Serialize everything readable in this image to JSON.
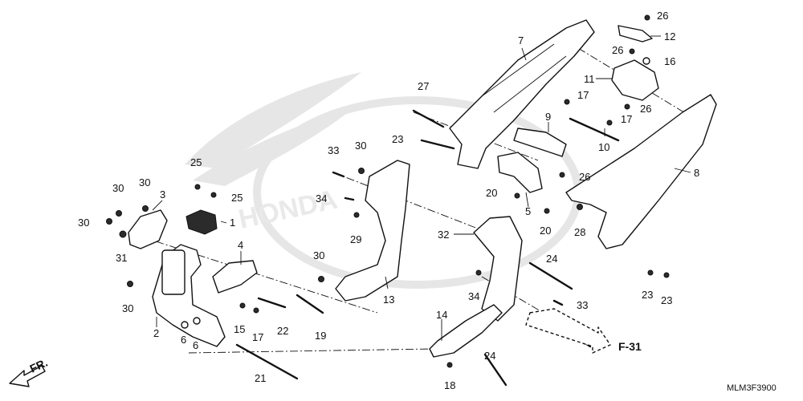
{
  "labels": {
    "p1": "1",
    "p2": "2",
    "p3": "3",
    "p4": "4",
    "p5": "5",
    "p6a": "6",
    "p6b": "6",
    "p7": "7",
    "p8": "8",
    "p9": "9",
    "p10": "10",
    "p11": "11",
    "p12": "12",
    "p13": "13",
    "p14": "14",
    "p15": "15",
    "p16": "16",
    "p17a": "17",
    "p17b": "17",
    "p17c": "17",
    "p18": "18",
    "p19": "19",
    "p20a": "20",
    "p20b": "20",
    "p21": "21",
    "p22": "22",
    "p23a": "23",
    "p23b": "23",
    "p23c": "23",
    "p24a": "24",
    "p24b": "24",
    "p25a": "25",
    "p25b": "25",
    "p26a": "26",
    "p26b": "26",
    "p26c": "26",
    "p26d": "26",
    "p27": "27",
    "p28": "28",
    "p29": "29",
    "p30a": "30",
    "p30b": "30",
    "p30c": "30",
    "p30d": "30",
    "p30e": "30",
    "p30f": "30",
    "p31": "31",
    "p32": "32",
    "p33a": "33",
    "p33b": "33",
    "p34a": "34",
    "p34b": "34"
  },
  "reference": "F-31",
  "direction": "FR.",
  "diagram_code": "MLM3F3900",
  "watermark_text": "HONDA"
}
